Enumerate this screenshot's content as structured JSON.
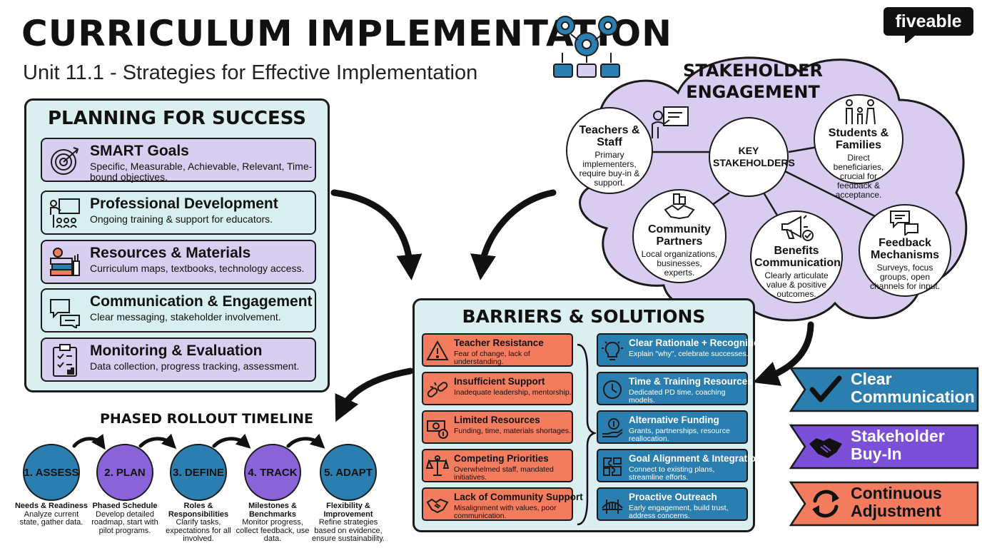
{
  "header": {
    "title": "CURRICULUM IMPLEMENTATION",
    "subtitle": "Unit 11.1 - Strategies for Effective Implementation",
    "brand": "fiveable",
    "icon": "gears-flow-icon"
  },
  "planning": {
    "title": "PLANNING FOR SUCCESS",
    "items": [
      {
        "title": "SMART Goals",
        "desc": "Specific, Measurable, Achievable, Relevant, Time-bound objectives.",
        "icon": "target-icon"
      },
      {
        "title": "Professional Development",
        "desc": "Ongoing training & support for educators.",
        "icon": "classroom-icon"
      },
      {
        "title": "Resources & Materials",
        "desc": "Curriculum maps, textbooks, technology access.",
        "icon": "books-icon"
      },
      {
        "title": "Communication & Engagement",
        "desc": "Clear messaging, stakeholder involvement.",
        "icon": "speech-bubbles-icon"
      },
      {
        "title": "Monitoring & Evaluation",
        "desc": "Data collection, progress tracking, assessment.",
        "icon": "clipboard-icon"
      }
    ]
  },
  "stakeholders": {
    "title": "STAKEHOLDER ENGAGEMENT",
    "center": "KEY STAKEHOLDERS",
    "nodes": [
      {
        "title": "Teachers & Staff",
        "desc": "Primary implementers, require buy-in & support.",
        "icon": "teacher-icon"
      },
      {
        "title": "Students & Families",
        "desc": "Direct beneficiaries, crucial for feedback & acceptance.",
        "icon": "family-icon"
      },
      {
        "title": "Community Partners",
        "desc": "Local organizations, businesses, experts.",
        "icon": "handshake-city-icon"
      },
      {
        "title": "Benefits Communication",
        "desc": "Clearly articulate value & positive outcomes.",
        "icon": "megaphone-icon"
      },
      {
        "title": "Feedback Mechanisms",
        "desc": "Surveys, focus groups, open channels for input.",
        "icon": "chat-icon"
      }
    ]
  },
  "barriers": {
    "title": "BARRIERS & SOLUTIONS",
    "items": [
      {
        "title": "Teacher Resistance",
        "desc": "Fear of change, lack of understanding.",
        "icon": "warning-icon"
      },
      {
        "title": "Insufficient Support",
        "desc": "Inadequate leadership, mentorship.",
        "icon": "broken-link-icon"
      },
      {
        "title": "Limited Resources",
        "desc": "Funding, time, materials shortages.",
        "icon": "money-icon"
      },
      {
        "title": "Competing Priorities",
        "desc": "Overwhelmed staff, mandated initiatives.",
        "icon": "scales-icon"
      },
      {
        "title": "Lack of Community Support",
        "desc": "Misalignment with values, poor communication.",
        "icon": "handshake-icon"
      }
    ],
    "solutions": [
      {
        "title": "Clear Rationale + Recognition",
        "desc": "Explain \"why\", celebrate successes.",
        "icon": "lightbulb-icon"
      },
      {
        "title": "Time & Training Resources",
        "desc": "Dedicated PD time, coaching models.",
        "icon": "clock-icon"
      },
      {
        "title": "Alternative Funding",
        "desc": "Grants, partnerships, resource reallocation.",
        "icon": "coin-hand-icon"
      },
      {
        "title": "Goal Alignment & Integration",
        "desc": "Connect to existing plans, streamline efforts.",
        "icon": "puzzle-icon"
      },
      {
        "title": "Proactive Outreach",
        "desc": "Early engagement, build trust, address concerns.",
        "icon": "bridge-icon"
      }
    ]
  },
  "ribbons": [
    {
      "line1": "Clear",
      "line2": "Communication",
      "color": "#2b7fb0",
      "textColor": "#ffffff",
      "icon": "checkmark-icon"
    },
    {
      "line1": "Stakeholder",
      "line2": "Buy-In",
      "color": "#7b4fd8",
      "textColor": "#ffffff",
      "icon": "handshake-icon"
    },
    {
      "line1": "Continuous",
      "line2": "Adjustment",
      "color": "#f47c5e",
      "textColor": "#111111",
      "icon": "cycle-arrows-icon"
    }
  ],
  "timeline": {
    "title": "PHASED ROLLOUT TIMELINE",
    "phases": [
      {
        "label": "1. ASSESS",
        "title": "Needs & Readiness",
        "desc": "Analyze current state, gather data.",
        "color": "#2b7fb0"
      },
      {
        "label": "2. PLAN",
        "title": "Phased Schedule",
        "desc": "Develop detailed roadmap, start with pilot programs.",
        "color": "#8a63d8"
      },
      {
        "label": "3. DEFINE",
        "title": "Roles & Responsibilities",
        "desc": "Clarify tasks, expectations for all involved.",
        "color": "#2b7fb0"
      },
      {
        "label": "4. TRACK",
        "title": "Milestones & Benchmarks",
        "desc": "Monitor progress, collect feedback, use data.",
        "color": "#8a63d8"
      },
      {
        "label": "5. ADAPT",
        "title": "Flexibility & Improvement",
        "desc": "Refine strategies based on evidence, ensure sustainability.",
        "color": "#2b7fb0"
      }
    ]
  },
  "colors": {
    "purple_light": "#d8cff0",
    "teal_light": "#dceff0",
    "cloud": "#d9ccf1",
    "coral": "#f47c5e",
    "blue": "#2b7fb0",
    "violet": "#7b4fd8"
  }
}
